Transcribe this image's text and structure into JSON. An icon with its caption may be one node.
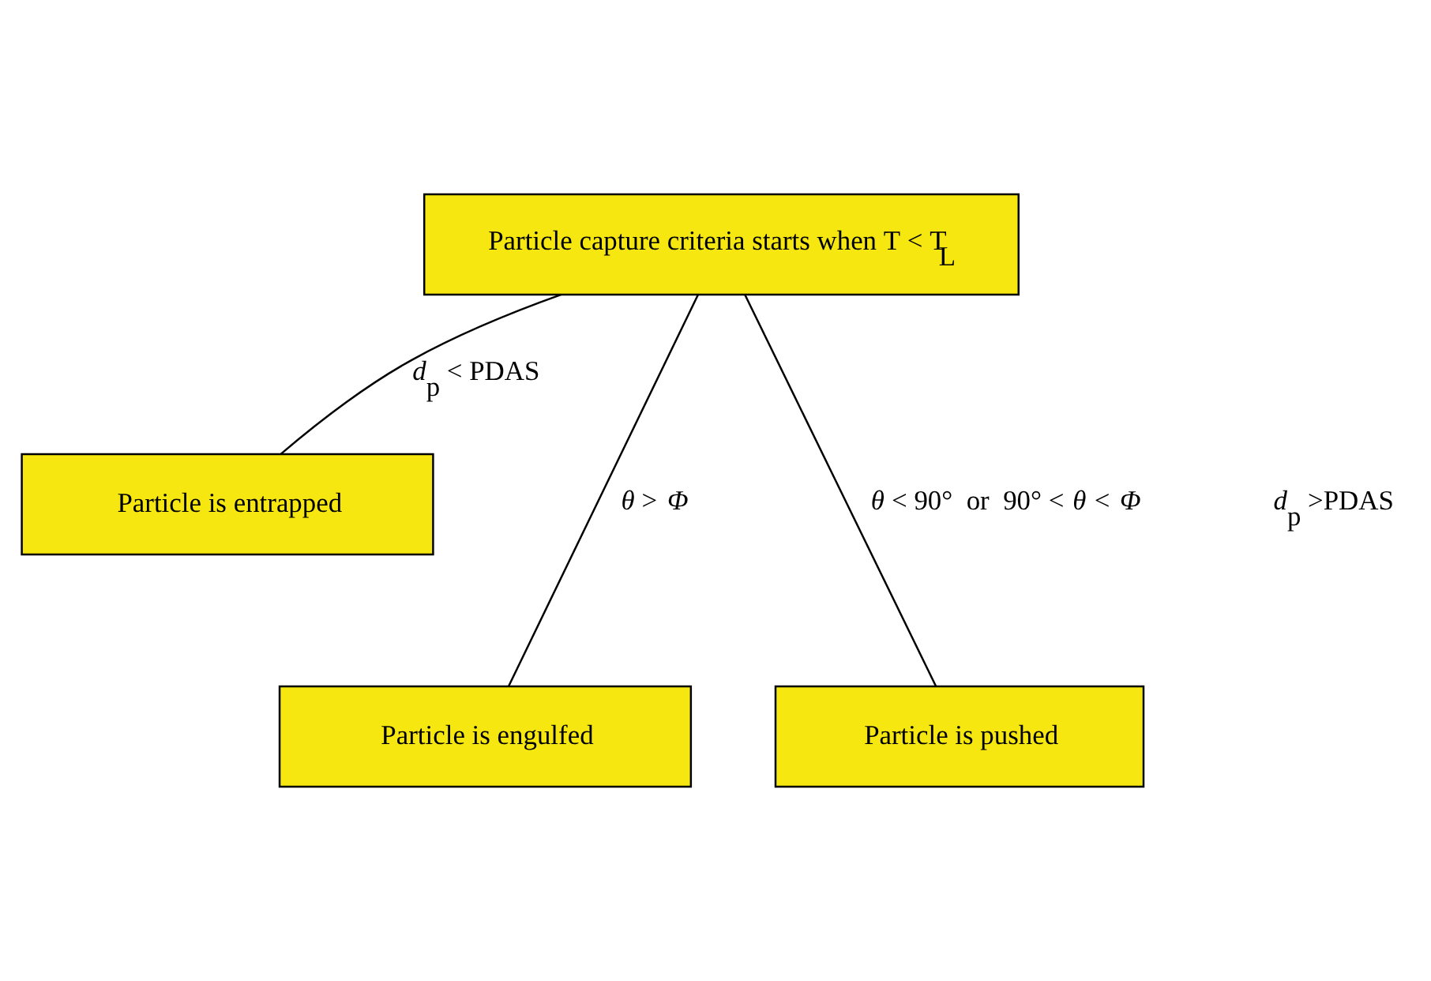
{
  "diagram": {
    "nodes": [
      {
        "text": [
          "Particle capture criteria starts when T < T$_{L}$"
        ]
      },
      {
        "text": [
          "Particle is entrapped"
        ]
      },
      {
        "text": [
          "Particle is engulfed"
        ]
      },
      {
        "text": [
          "Particle is pushed"
        ]
      }
    ],
    "edges": [
      {
        "from": 0,
        "to": 1,
        "arrow": "none",
        "label": "*d*$_{p}$ < PDAS"
      },
      {
        "from": 0,
        "to": 2,
        "arrow": "none",
        "label": "*θ* > *Φ*"
      },
      {
        "from": 0,
        "to": 3,
        "arrow": "none",
        "label": "*θ* < 90°  or  90° < *θ* < *Φ*"
      }
    ],
    "labels": [
      "*d*$_{p}$ >PDAS"
    ]
  }
}
